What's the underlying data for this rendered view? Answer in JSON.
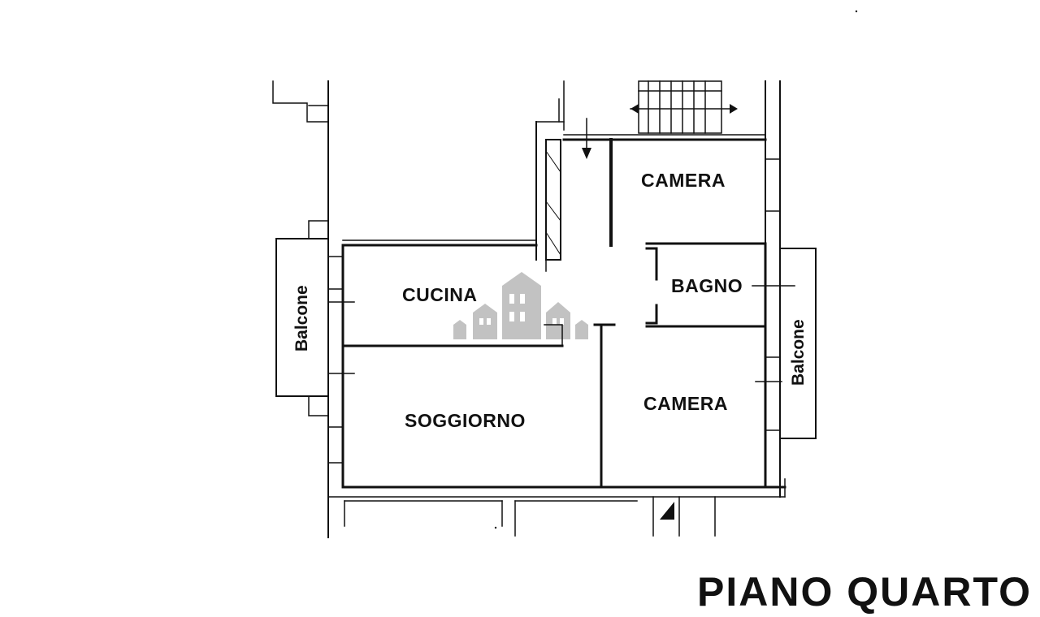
{
  "floor_title": "PIANO QUARTO",
  "rooms": [
    {
      "id": "camera-top",
      "label": "CAMERA"
    },
    {
      "id": "bagno",
      "label": "BAGNO"
    },
    {
      "id": "cucina",
      "label": "CUCINA"
    },
    {
      "id": "soggiorno",
      "label": "SOGGIORNO"
    },
    {
      "id": "camera-bottom",
      "label": "CAMERA"
    }
  ],
  "balconies": [
    {
      "id": "balcone-left",
      "label": "Balcone"
    },
    {
      "id": "balcone-right",
      "label": "Balcone"
    }
  ],
  "watermark_icon": "buildings-icon",
  "colors": {
    "lines": "#111111",
    "watermark": "#b8b8b8",
    "background": "#ffffff"
  }
}
